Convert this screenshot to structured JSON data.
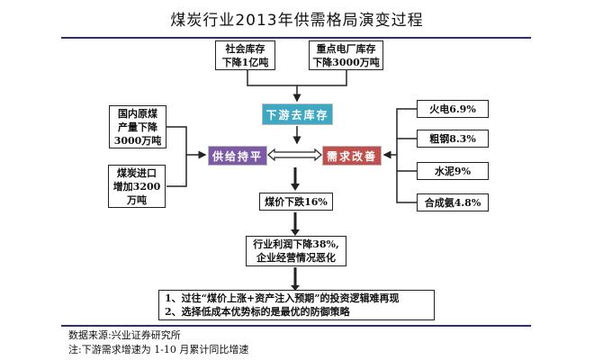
{
  "title": "煤炭行业2013年供需格局演变过程",
  "inventory_boxes": [
    [
      "社会库存",
      "下降1亿吨"
    ],
    [
      "重点电厂库存",
      "下降3000万吨"
    ]
  ],
  "destock": "下游去库存",
  "supply": "供给持平",
  "demand": "需求改善",
  "supply_factors": [
    [
      "国内原煤",
      "产量下降",
      "3000万吨"
    ],
    [
      "煤炭进口",
      "增加3200",
      "万吨"
    ]
  ],
  "demand_factors": [
    "火电6.9%",
    "粗钢8.3%",
    "水泥9%",
    "合成氨4.8%"
  ],
  "price": "煤价下跌16%",
  "profit": [
    "行业利润下降38%,",
    "企业经营情况恶化"
  ],
  "conclusion": [
    "1、过往“煤价上涨+资产注入预期”的投资逻辑难再现",
    "2、选择低成本优势标的是最优的防御策略"
  ],
  "source": "数据来源:兴业证券研究所",
  "footnote": "注:下游需求增速为 1-10 月累计同比增速",
  "colors": {
    "destock": "#3ea7c1",
    "supply": "#7b5ba6",
    "demand": "#c0504d",
    "rule": "#2b2f7a"
  }
}
